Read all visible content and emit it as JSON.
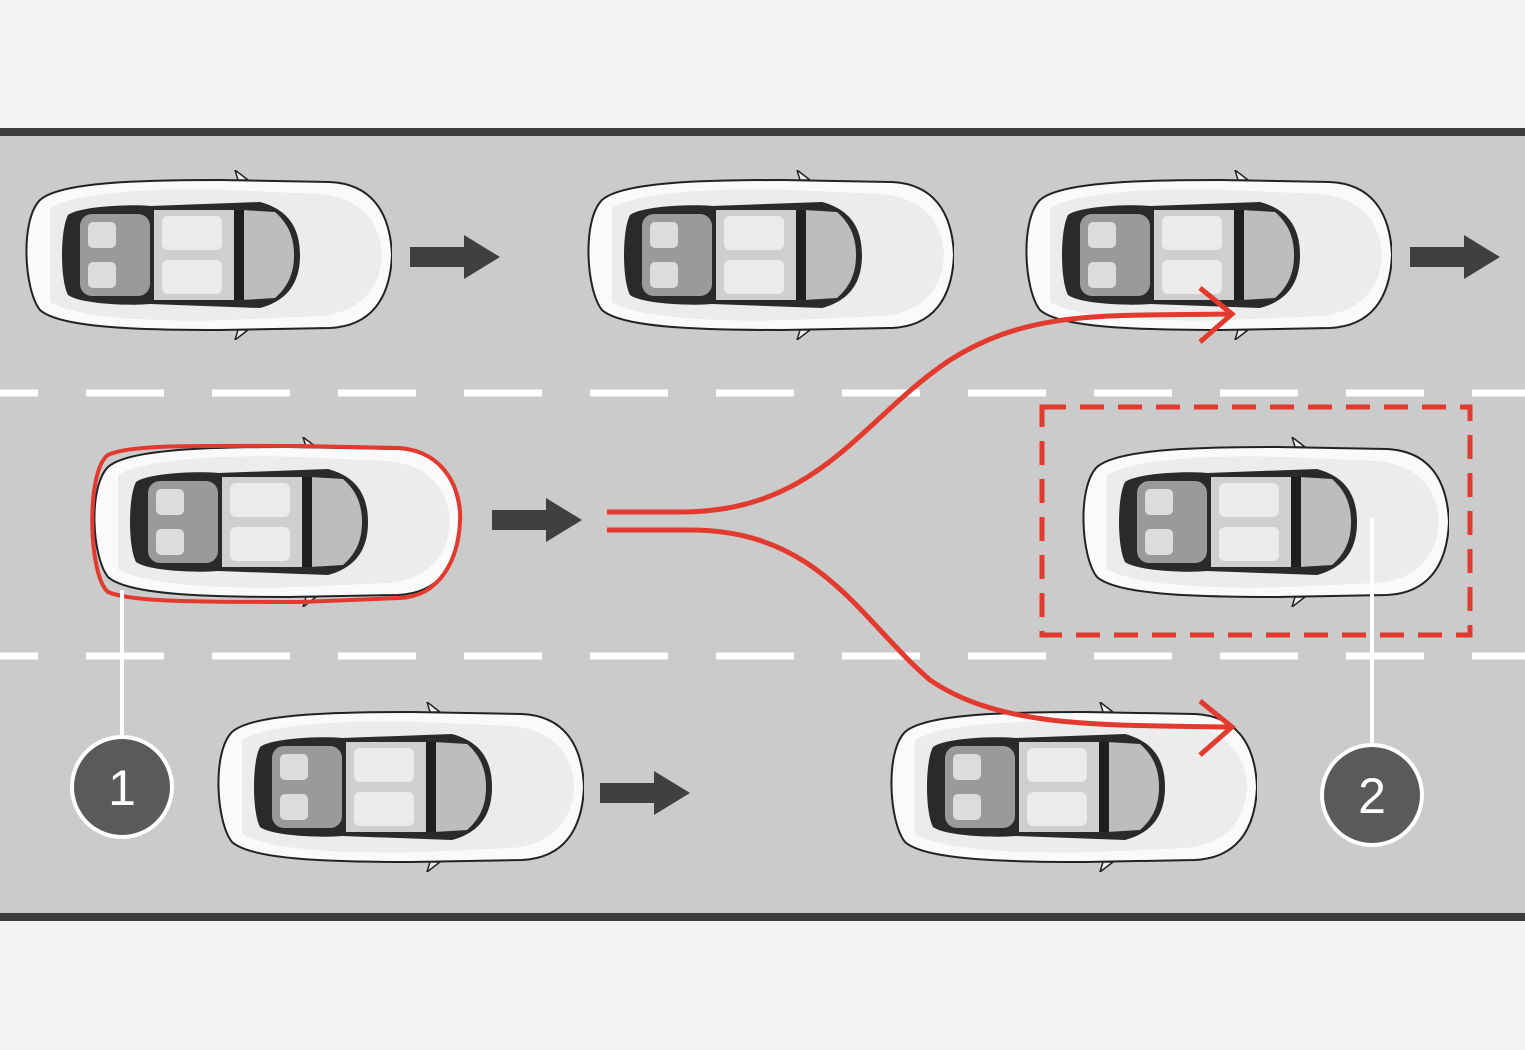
{
  "colors": {
    "background": "#f4f4f4",
    "road": "#cbcbcb",
    "road_edge": "#3c3c3c",
    "lane_marking": "#ffffff",
    "highlight": "#e23a2e",
    "arrow": "#404040",
    "callout_fill": "#5a5a5a"
  },
  "callouts": [
    {
      "label": "1",
      "target": "own-car"
    },
    {
      "label": "2",
      "target": "gap-car"
    }
  ]
}
